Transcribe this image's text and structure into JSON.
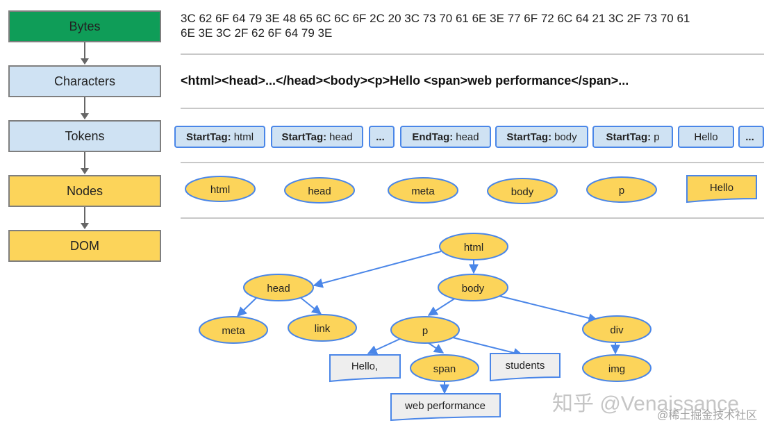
{
  "stages": [
    {
      "label": "Bytes",
      "fill": "#0f9d58"
    },
    {
      "label": "Characters",
      "fill": "#cfe2f3"
    },
    {
      "label": "Tokens",
      "fill": "#cfe2f3"
    },
    {
      "label": "Nodes",
      "fill": "#fcd45a"
    },
    {
      "label": "DOM",
      "fill": "#fcd45a"
    }
  ],
  "bytes": {
    "line1": "3C 62 6F 64 79 3E 48 65 6C 6C 6F 2C 20 3C 73 70 61 6E 3E 77 6F 72 6C 64 21 3C 2F 73 70 61",
    "line2": "6E 3E 3C 2F 62 6F 64 79 3E"
  },
  "characters": "<html><head>...</head><body><p>Hello <span>web performance</span>...",
  "tokens": [
    {
      "kind": "StartTag:",
      "value": "html"
    },
    {
      "kind": "StartTag:",
      "value": "head"
    },
    {
      "kind": "",
      "value": "..."
    },
    {
      "kind": "EndTag:",
      "value": "head"
    },
    {
      "kind": "StartTag:",
      "value": "body"
    },
    {
      "kind": "StartTag:",
      "value": "p"
    },
    {
      "kind": "",
      "value": "Hello"
    },
    {
      "kind": "",
      "value": "..."
    }
  ],
  "nodes": [
    "html",
    "head",
    "meta",
    "body",
    "p",
    "Hello"
  ],
  "dom": {
    "html": "html",
    "head": "head",
    "body": "body",
    "meta": "meta",
    "link": "link",
    "p": "p",
    "div": "div",
    "img": "img",
    "span": "span",
    "hello": "Hello,",
    "students": "students",
    "web_performance": "web performance"
  },
  "watermark": {
    "main": "知乎 @Venaissance",
    "sub": "@稀土掘金技术社区"
  },
  "colors": {
    "node_fill": "#fcd45a",
    "node_stroke": "#4a86e8",
    "token_fill": "#cfe2f3",
    "text_node_fill": "#eeeeee",
    "edge": "#4a86e8"
  }
}
